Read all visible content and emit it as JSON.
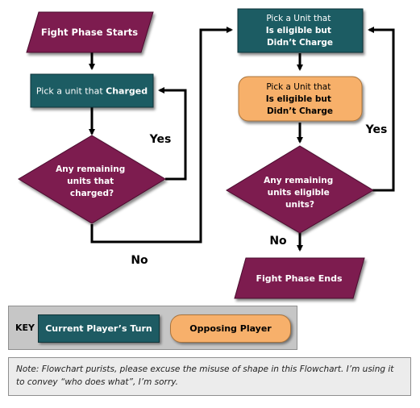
{
  "flowchart": {
    "fight_phase_starts": "Fight Phase Starts",
    "pick_charged": {
      "prefix": "Pick a unit that ",
      "bold": "Charged"
    },
    "any_remaining_charged": [
      "Any remaining",
      "units that",
      "charged?"
    ],
    "yes_left": "Yes",
    "no_left": "No",
    "pick_uncharged_current": [
      "Pick a Unit that",
      "Is eligible but",
      "Didn’t Charge"
    ],
    "pick_uncharged_opposing": [
      "Pick a Unit that",
      "Is eligible but",
      "Didn’t Charge"
    ],
    "any_remaining_eligible": [
      "Any remaining",
      "units eligible",
      "units?"
    ],
    "yes_right": "Yes",
    "no_right": "No",
    "fight_phase_ends": "Fight Phase Ends"
  },
  "key": {
    "label": "KEY",
    "current_player": "Current Player’s Turn",
    "opposing_player": "Opposing Player"
  },
  "note": "Note: Flowchart purists, please excuse the misuse of shape in this Flowchart. I’m using it to convey “who does what”, I’m sorry.",
  "colors": {
    "maroon": "#7d1a4f",
    "teal": "#1e5b63",
    "orange": "#f7b06b"
  }
}
